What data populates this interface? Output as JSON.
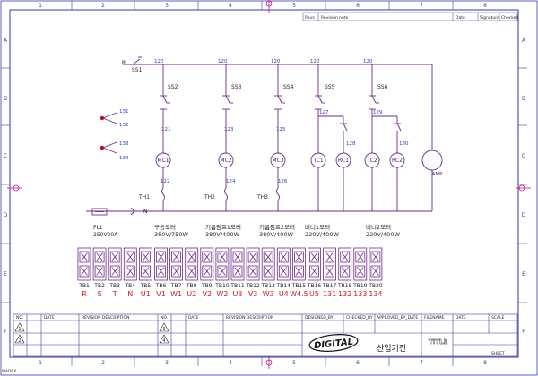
{
  "frame": {
    "top_numbers": [
      "1",
      "2",
      "3",
      "4",
      "5",
      "6",
      "7",
      "8"
    ],
    "side_letters": [
      "A",
      "B",
      "C",
      "D",
      "E",
      "F"
    ],
    "page_label": "MADEX"
  },
  "revision_header": {
    "revs": "Revs",
    "revision_note": "Revision note",
    "date": "Date",
    "signature": "Signature",
    "checked": "Checked"
  },
  "circuit": {
    "r_label": "R",
    "n_label": "N",
    "switches": [
      "SS1",
      "SS2",
      "SS3",
      "SS4",
      "SS5",
      "SS6"
    ],
    "wires": {
      "w120a": "120",
      "w120b": "120",
      "w120c": "120",
      "w120d": "120",
      "w120e": "120",
      "w121": "121",
      "w122": "122",
      "w123": "123",
      "w124": "124",
      "w125": "125",
      "w126": "126",
      "w127": "127",
      "w128": "128",
      "w129": "129",
      "w130": "130",
      "w131": "131",
      "w132": "132",
      "w133": "133",
      "w134": "134"
    },
    "coils": [
      "MC1",
      "MC2",
      "MC3",
      "TC1",
      "RC1",
      "TC2",
      "RC2"
    ],
    "lamp": "LAMP",
    "thermals": [
      "TH1",
      "TH2",
      "TH3"
    ],
    "fuse": {
      "name": "FL1",
      "rating": "250V20A"
    }
  },
  "loads": [
    {
      "name": "구동모터",
      "rating": "380V/750W"
    },
    {
      "name": "기름펌프1모터",
      "rating": "380V/400W"
    },
    {
      "name": "기름펌프2모터",
      "rating": "380V/400W"
    },
    {
      "name": "버너1모터",
      "rating": "220V/400W"
    },
    {
      "name": "버너2모터",
      "rating": "220V/400W"
    }
  ],
  "terminal_block": {
    "ids": [
      "TB1",
      "TB2",
      "TB3",
      "TB4",
      "TB5",
      "TB6",
      "TB7",
      "TB8",
      "TB9",
      "TB10",
      "TB11",
      "TB12",
      "TB13",
      "TB14",
      "TB15",
      "TB16",
      "TB17",
      "TB18",
      "TB19",
      "TB20"
    ],
    "signals": [
      "R",
      "S",
      "T",
      "N",
      "U1",
      "V1",
      "W1",
      "U2",
      "V2",
      "W2",
      "U3",
      "V3",
      "W3",
      "U4",
      "W4.5",
      "U5",
      "131",
      "132",
      "133",
      "134"
    ]
  },
  "title_block": {
    "no": "NO.",
    "date": "DATE",
    "revision_description": "REVISION DESCRIPTION",
    "no2": "NO.",
    "date2": "DATE",
    "revision_description2": "REVISION DESCRIPTION",
    "designed_by": "DESIGNED_BY",
    "checked_by": "CHECKED_BY",
    "approved_by_date": "APPROVED_BY_DATE",
    "filename": "FILENAME",
    "date3": "DATE",
    "scale": "SCALE",
    "rev1": "1",
    "rev2": "2",
    "rev3": "3",
    "rev4": "4",
    "logo": "DIGITAL",
    "company": "산업기전",
    "title": "TITLE",
    "sheet": "SHEET"
  },
  "colors": {
    "line": "#6e2a8a",
    "wire_number": "#2b3db8",
    "signal": "#d01818",
    "frame": "#3a3aa8"
  }
}
